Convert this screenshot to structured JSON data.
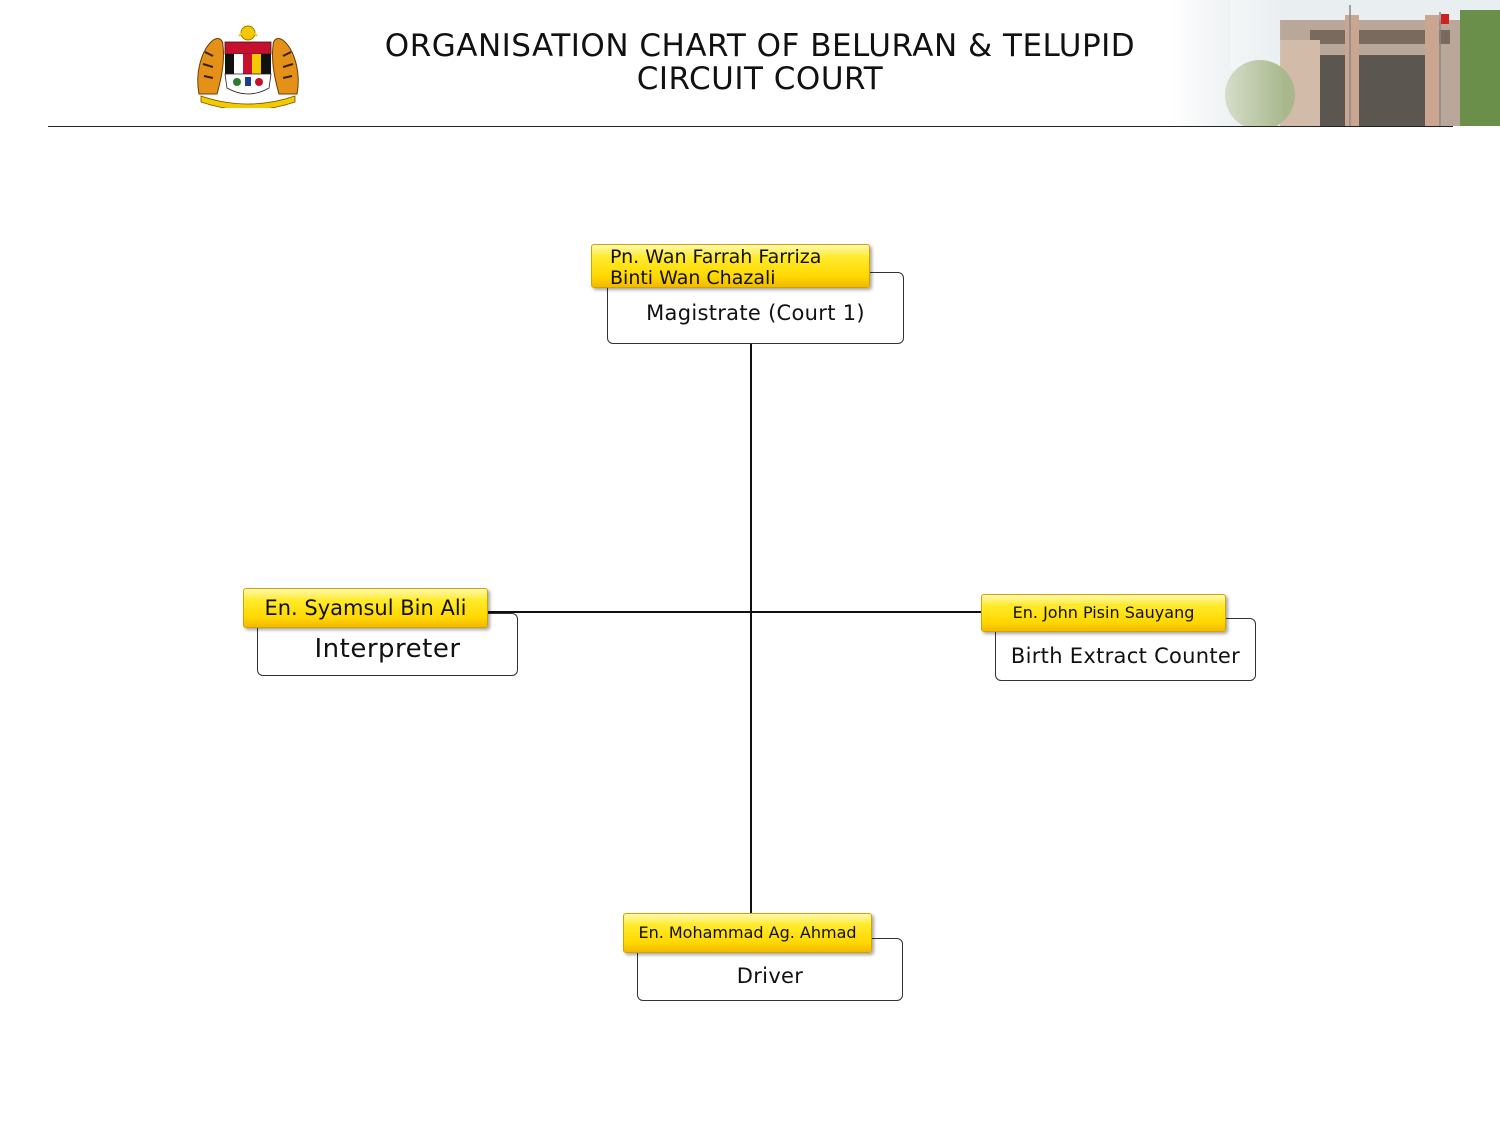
{
  "header": {
    "title_line1": "ORGANISATION CHART OF BELURAN & TELUPID",
    "title_line2": "CIRCUIT COURT"
  },
  "org_chart": {
    "top": {
      "name_line1": "Pn. Wan Farrah Farriza",
      "name_line2": "Binti Wan Chazali",
      "role": "Magistrate (Court 1)"
    },
    "left": {
      "name": "En. Syamsul Bin Ali",
      "role": "Interpreter"
    },
    "right": {
      "name": "En. John Pisin Sauyang",
      "role": "Birth Extract Counter"
    },
    "bottom": {
      "name": "En. Mohammad Ag. Ahmad",
      "role": "Driver"
    }
  },
  "colors": {
    "tag_fill": "#ffe000",
    "tag_border": "#d2a400",
    "line": "#111111"
  },
  "icons": [
    "coat-of-arms-icon",
    "court-building-photo"
  ]
}
